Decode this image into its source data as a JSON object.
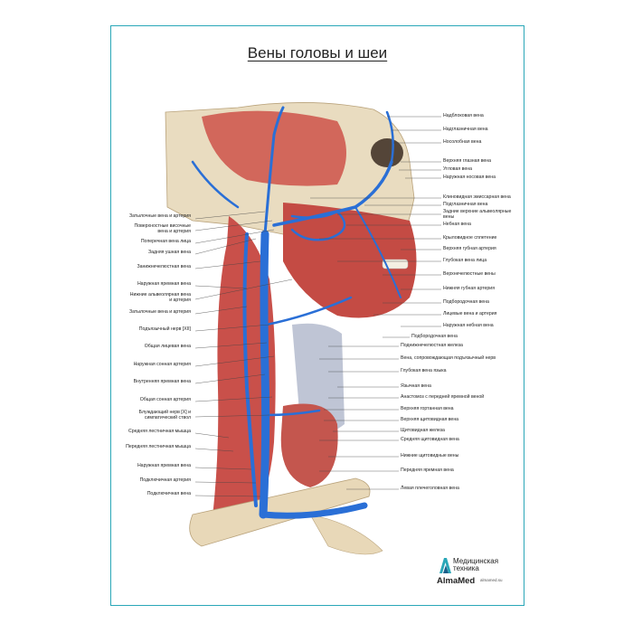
{
  "title": "Вены головы и шеи",
  "labels_left": [
    "Затылочные вена и артерия",
    "Поверхностные височные\nвена и артерия",
    "Поперечная вена лица",
    "Задняя ушная вена",
    "Занижнечелюстная вена",
    "Наружная яремная вена",
    "Нижние альвеолярная вена\nи артерия",
    "Затылочные вена и артерия",
    "Подъязычный нерв [XII]",
    "Общая лицевая вена",
    "Наружная сонная артерия",
    "Внутренняя яремная вена",
    "Общая сонная артерия",
    "Блуждающий нерв [X] и\nсимпатический ствол",
    "Средняя лестничная мышца",
    "Передняя лестничная мышца",
    "Наружная яремная вена",
    "Подключичная артерия",
    "Подключичная вена"
  ],
  "labels_right": [
    "Надблоковая вена",
    "Надглазничная вена",
    "Носолобная вена",
    "Верхняя глазная вена",
    "Угловая вена",
    "Наружная носовая вена",
    "Клиновидная эмиссарная вена",
    "Подглазничная вена",
    "Задние верхние альвеолярные\nвены",
    "Небная вена",
    "Крыловидное сплетение",
    "Верхняя губная артерия",
    "Глубокая вена лица",
    "Верхнечелюстные вены",
    "Нижняя губная артерия",
    "Подбородочная вена",
    "Лицевые вена и артерия",
    "Наружная небная вена",
    "Подбородочная вена",
    "Поднижнечелюстная железа",
    "Вена, сопровождающая подъязычный нерв",
    "Глубокая вена языка",
    "Язычная вена",
    "Анастомоз с передней яремной веной",
    "Верхняя гортанная вена",
    "Верхняя щитовидная вена",
    "Щитовидная железа",
    "Средняя щитовидная вена",
    "Нижние щитовидные вены",
    "Передняя яремная вена",
    "Левая плечеголовная вена"
  ],
  "brand": {
    "title_line1": "Медицинская",
    "title_line2": "техника",
    "name": "AlmaMed",
    "site": "almamed.su"
  },
  "colors": {
    "frame": "#2aa7b8",
    "vein": "#2a6fd6",
    "muscle": "#c9504a",
    "bone": "#e8d8b8"
  }
}
